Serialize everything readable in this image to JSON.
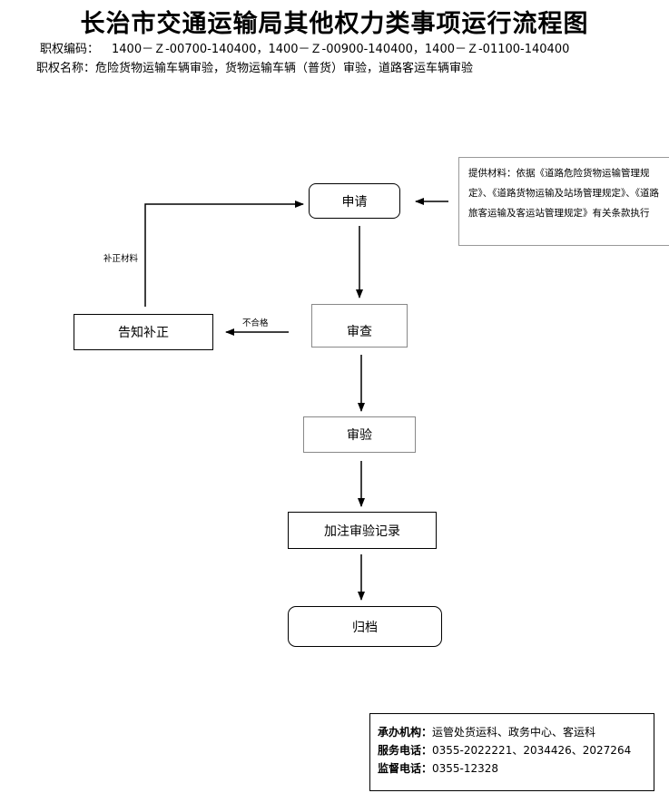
{
  "title": "长治市交通运输局其他权力类事项运行流程图",
  "meta": {
    "code_label": "职权编码：",
    "code_value": "1400－Ｚ-00700-140400，1400－Ｚ-00900-140400，1400－Ｚ-01100-140400",
    "name_label": "职权名称：",
    "name_value": "危险货物运输车辆审验，货物运输车辆（普货）审验，道路客运车辆审验"
  },
  "nodes": {
    "apply": "申请",
    "review": "审查",
    "notify": "告知补正",
    "inspect": "审验",
    "record": "加注审验记录",
    "archive": "归档"
  },
  "materials_note": "提供材料：依据《道路危险货物运输管理规定》、《道路货物运输及站场管理规定》、《道路旅客运输及客运站管理规定》有关条款执行",
  "edge_labels": {
    "supplement": "补正材料",
    "fail": "不合格"
  },
  "contact": {
    "org_label": "承办机构：",
    "org_value": "运管处货运科、政务中心、客运科",
    "service_label": "服务电话：",
    "service_value": "0355-2022221、2034426、2027264",
    "supervise_label": "监督电话：",
    "supervise_value": "0355-12328"
  }
}
